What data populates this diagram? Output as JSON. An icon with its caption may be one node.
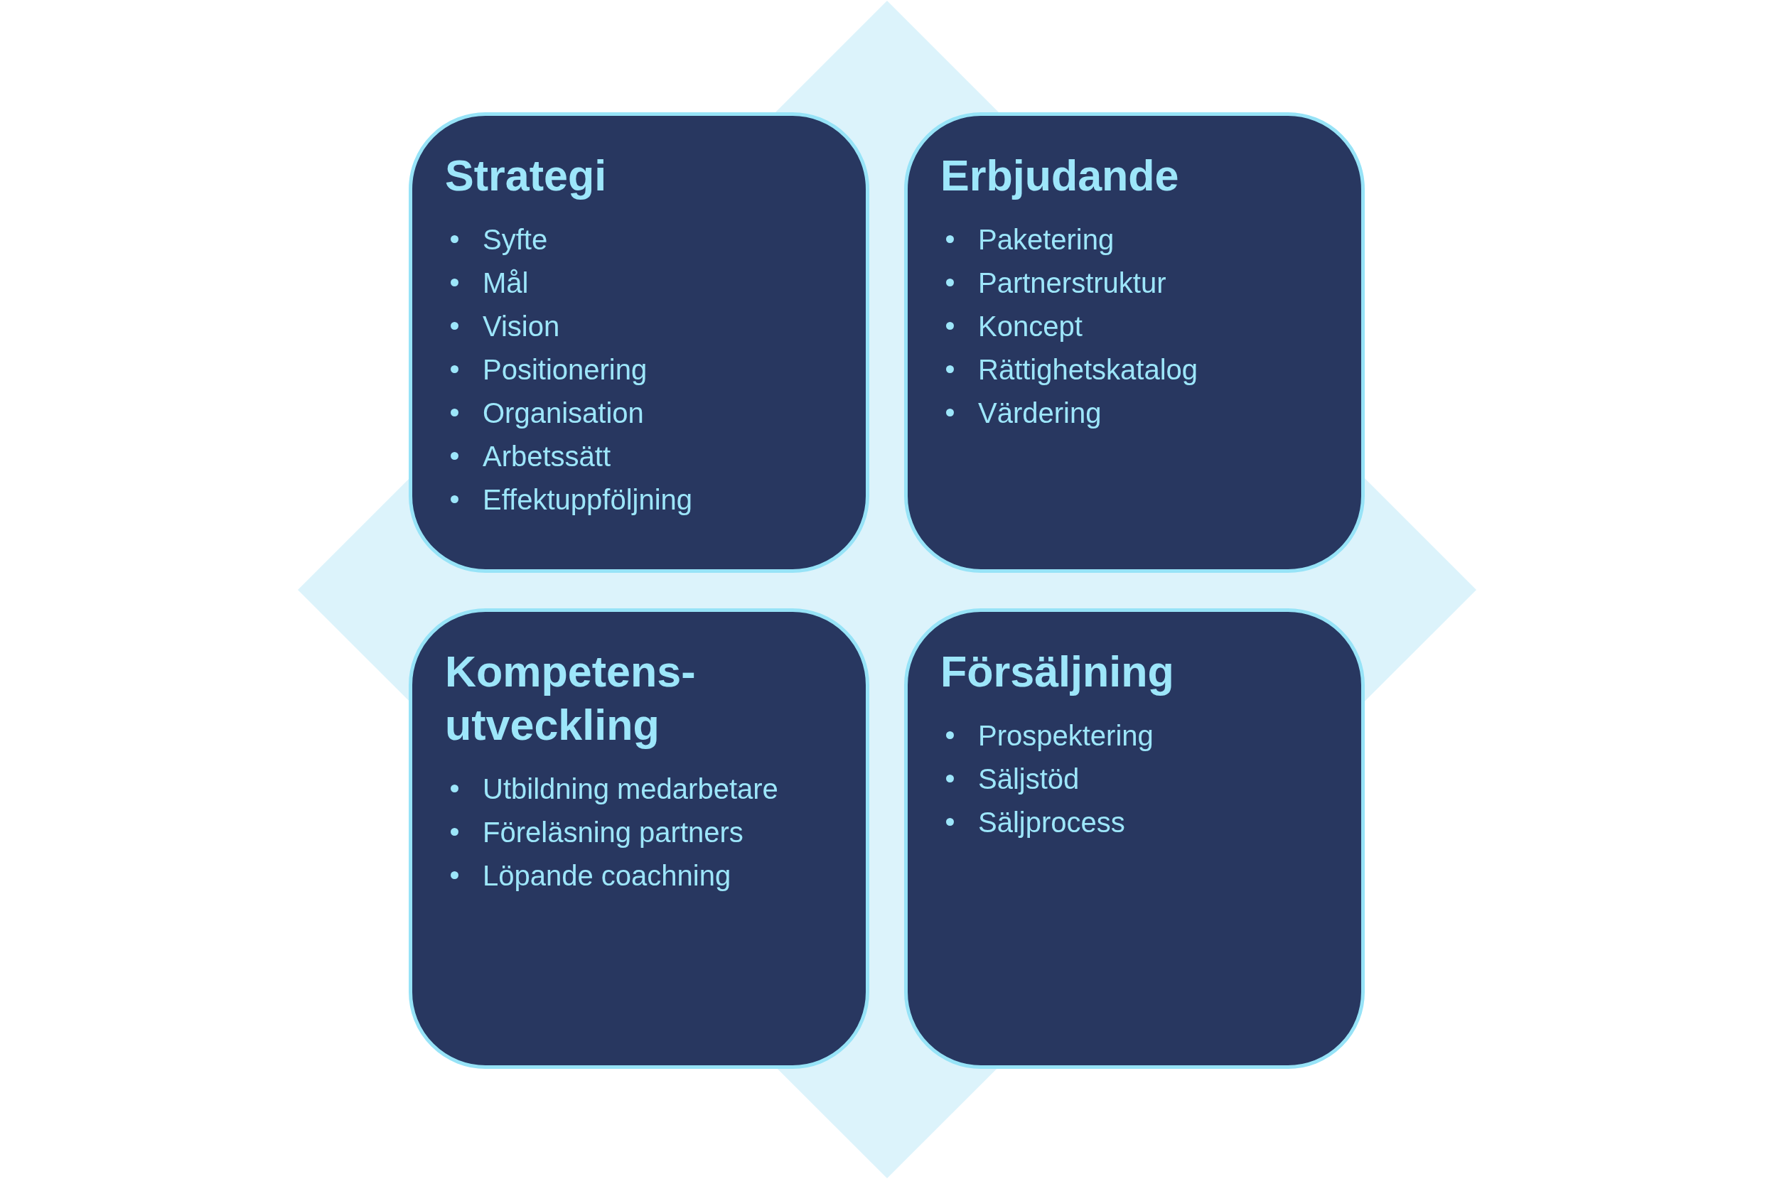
{
  "diagram": {
    "nodes": [
      {
        "text": [
          "Strategi",
          "Syfte",
          "Mål",
          "Vision",
          "Positionering",
          "Organisation",
          "Arbetssätt",
          "Effektuppföljning"
        ]
      },
      {
        "text": [
          "Erbjudande",
          "Paketering",
          "Partnerstruktur",
          "Koncept",
          "Rättighetskatalog",
          "Värdering"
        ]
      },
      {
        "text": [
          "Kompetens- utveckling",
          "Utbildning medarbetare",
          "Föreläsning partners",
          "Löpande coachning"
        ]
      },
      {
        "text": [
          "Försäljning",
          "Prospektering",
          "Säljstöd",
          "Säljprocess"
        ]
      }
    ]
  }
}
